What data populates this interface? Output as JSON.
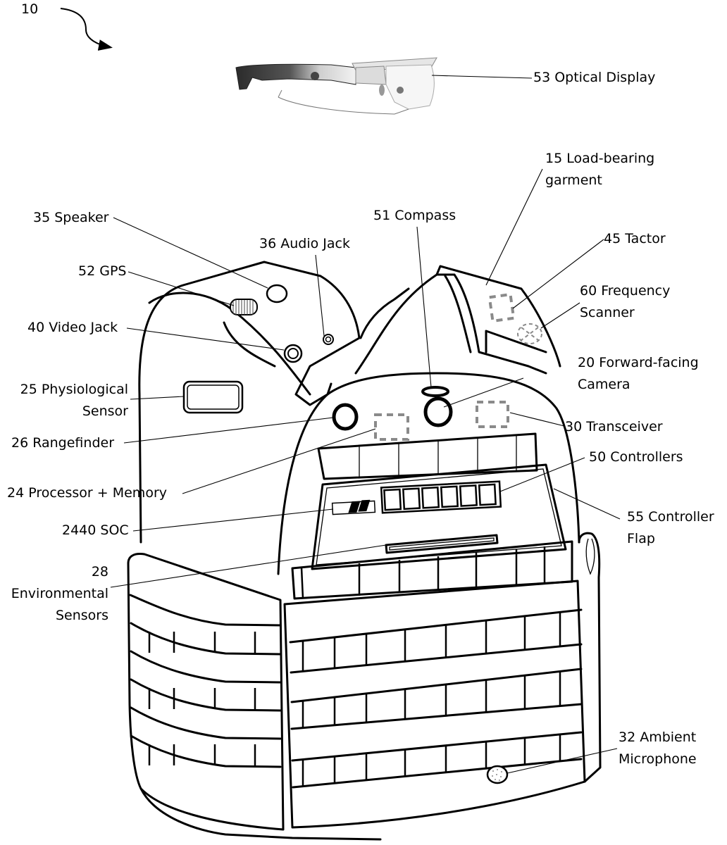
{
  "figure": {
    "reference_number": "10",
    "subject": "Load-bearing vest with integrated sensors and head-mounted optical display",
    "colors": {
      "line": "#000000",
      "dashed_component": "#8a8a8a",
      "background": "#ffffff"
    }
  },
  "labels": {
    "optical_display": "53 Optical Display",
    "load_bearing_garment": "15 Load-bearing\ngarment",
    "speaker": "35 Speaker",
    "compass": "51 Compass",
    "audio_jack": "36 Audio Jack",
    "tactor": "45 Tactor",
    "gps": "52 GPS",
    "frequency_scanner": "60 Frequency\nScanner",
    "video_jack": "40 Video Jack",
    "forward_camera": "20 Forward-facing\nCamera",
    "physiological_sensor": "25 Physiological\nSensor",
    "transceiver": "30 Transceiver",
    "rangefinder": "26 Rangefinder",
    "controllers": "50 Controllers",
    "processor_memory": "24 Processor + Memory",
    "controller_flap": "55 Controller\nFlap",
    "soc": "2440 SOC",
    "environmental_sensors": "28\nEnvironmental\nSensors",
    "ambient_microphone": "32 Ambient\nMicrophone"
  },
  "components": {
    "controller_buttons": 6,
    "soc_indicator_filled_segments": 2
  }
}
